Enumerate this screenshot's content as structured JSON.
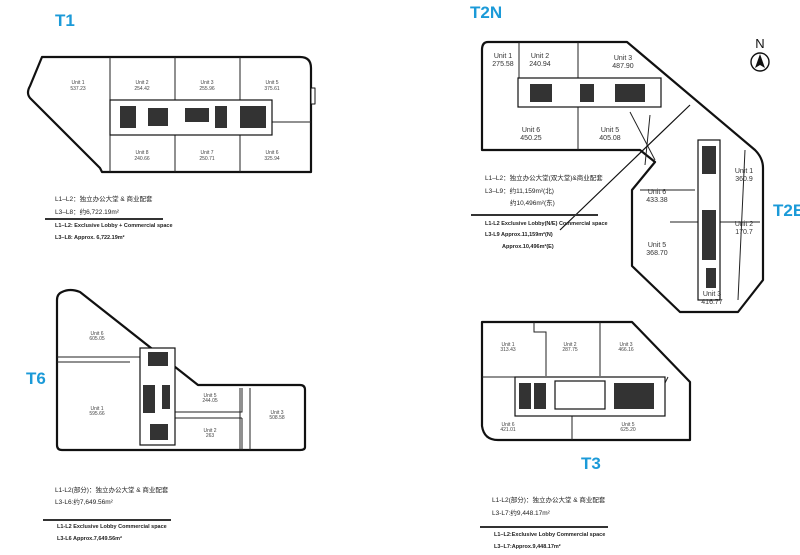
{
  "towers": {
    "t1": {
      "label": "T1",
      "units": [
        {
          "name": "Unit 1",
          "area": "537.23"
        },
        {
          "name": "Unit 2",
          "area": "254.42"
        },
        {
          "name": "Unit 3",
          "area": "255.96"
        },
        {
          "name": "Unit 5",
          "area": "375.61"
        },
        {
          "name": "Unit 8",
          "area": "240.66"
        },
        {
          "name": "Unit 7",
          "area": "250.71"
        },
        {
          "name": "Unit 6",
          "area": "325.94"
        }
      ],
      "notes_cn": [
        "L1–L2：独立办公大堂 & 商业配套",
        "L3–L8：约6,722.19m²"
      ],
      "notes_en": [
        "L1–L2: Exclusive Lobby + Commercial space",
        "L3–L8: Approx. 6,722.19m²"
      ]
    },
    "t2": {
      "label_n": "T2N",
      "label_e": "T2E",
      "units": [
        {
          "name": "Unit 1",
          "area": "275.58"
        },
        {
          "name": "Unit 2",
          "area": "240.94"
        },
        {
          "name": "Unit 3",
          "area": "487.90"
        },
        {
          "name": "Unit 6",
          "area": "450.25"
        },
        {
          "name": "Unit 5",
          "area": "405.08"
        },
        {
          "name": "Unit 6",
          "area": "433.38"
        },
        {
          "name": "Unit 5",
          "area": "368.70"
        },
        {
          "name": "Unit 3",
          "area": "416.77"
        },
        {
          "name": "Unit 1",
          "area": "360.9"
        },
        {
          "name": "Unit 2",
          "area": "170.7"
        }
      ],
      "notes_cn": [
        "L1–L2：独立办公大堂(双大堂)&商业配套",
        "L3–L9：约11,159m²(北)",
        "约10,496m²(东)"
      ],
      "notes_en": [
        "L1-L2 Exclusive Lobby(N/E)    Commercial space",
        "L3-L9 Approx.11,159m²(N)",
        "Approx.10,496m²(E)"
      ]
    },
    "t6": {
      "label": "T6",
      "units": [
        {
          "name": "Unit 6",
          "area": "605.05"
        },
        {
          "name": "Unit 1",
          "area": "595.66"
        },
        {
          "name": "Unit 5",
          "area": "244.05"
        },
        {
          "name": "Unit 2",
          "area": "263"
        },
        {
          "name": "Unit 3",
          "area": "508.58"
        }
      ],
      "notes_cn": [
        "L1-L2(部分)：独立办公大堂 & 商业配套",
        "L3-L6:约7,649.56m²"
      ],
      "notes_en": [
        "L1-L2 Exclusive Lobby     Commercial space",
        "L3-L6 Approx.7,649.56m²"
      ]
    },
    "t3": {
      "label": "T3",
      "units": [
        {
          "name": "Unit 1",
          "area": "313.43"
        },
        {
          "name": "Unit 2",
          "area": "287.75"
        },
        {
          "name": "Unit 3",
          "area": "466.16"
        },
        {
          "name": "Unit 6",
          "area": "421.01"
        },
        {
          "name": "Unit 5",
          "area": "625.20"
        }
      ],
      "notes_cn": [
        "L1-L2(部分)：独立办公大堂 & 商业配套",
        "L3-L7:约9,448.17m²"
      ],
      "notes_en": [
        "L1–L2:Exclusive Lobby      Commercial space",
        "L3–L7:Approx.9,448.17m²"
      ]
    }
  },
  "compass": {
    "label": "N"
  },
  "colors": {
    "accent": "#1b9ad8"
  }
}
